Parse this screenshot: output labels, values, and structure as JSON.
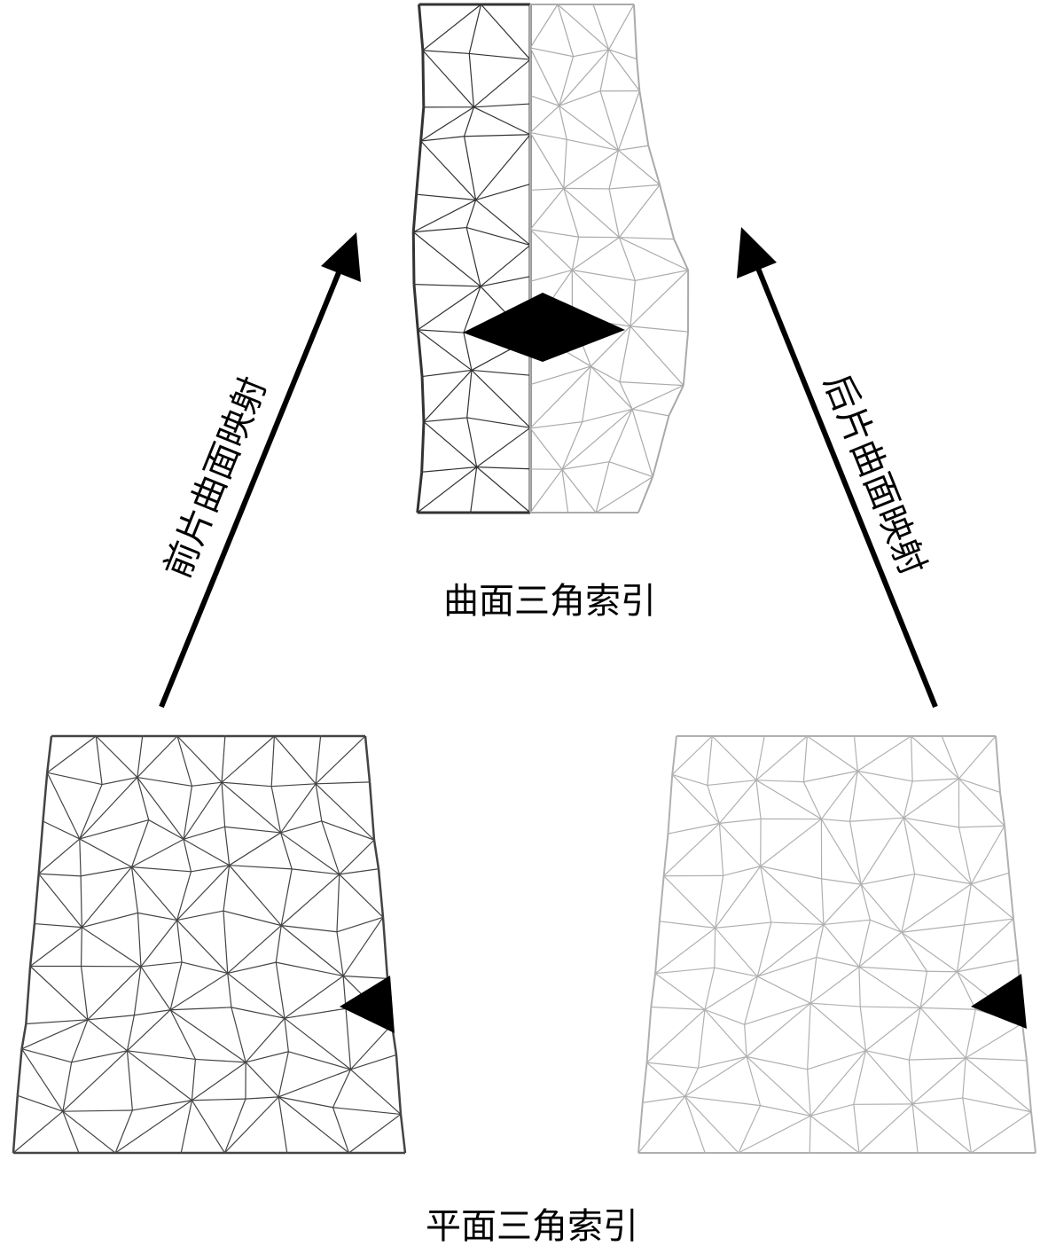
{
  "labels": {
    "front_mapping": "前片曲面映射",
    "back_mapping": "后片曲面映射",
    "surface_index": "曲面三角索引",
    "plane_index": "平面三角索引"
  },
  "colors": {
    "mesh_dark": "#333333",
    "mesh_light": "#aaaaaa",
    "highlight": "#000000"
  }
}
